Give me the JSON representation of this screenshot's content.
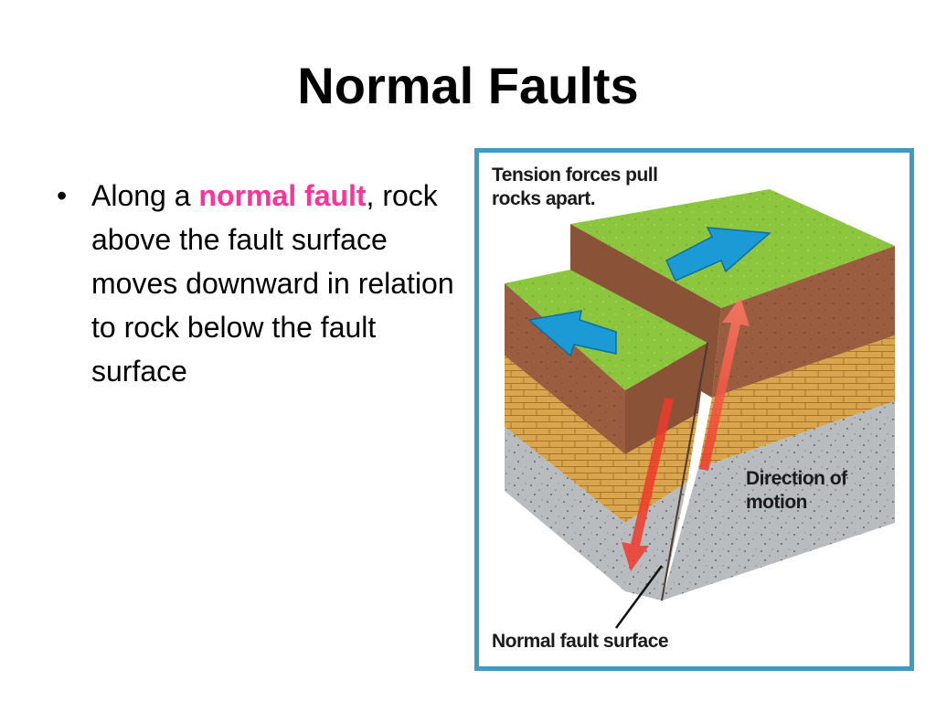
{
  "slide": {
    "title": "Normal Faults",
    "bullet": {
      "symbol": "•",
      "text_before": "Along a ",
      "highlight": "normal fault",
      "text_after": ", rock above the fault surface moves downward in relation to rock below the fault surface"
    }
  },
  "figure": {
    "label_top": "Tension forces pull rocks apart.",
    "label_motion": "Direction of motion",
    "label_surface": "Normal fault surface"
  },
  "colors": {
    "highlight": "#ff3399",
    "frame": "#3e9cc2",
    "grass": "#8cc63f",
    "soil": "#9a5d3f",
    "sandstone": "#d9a64e",
    "bedrock": "#b8bcbf",
    "arrow_blue": "#1b9ad6",
    "arrow_red": "#ee3a2a"
  }
}
